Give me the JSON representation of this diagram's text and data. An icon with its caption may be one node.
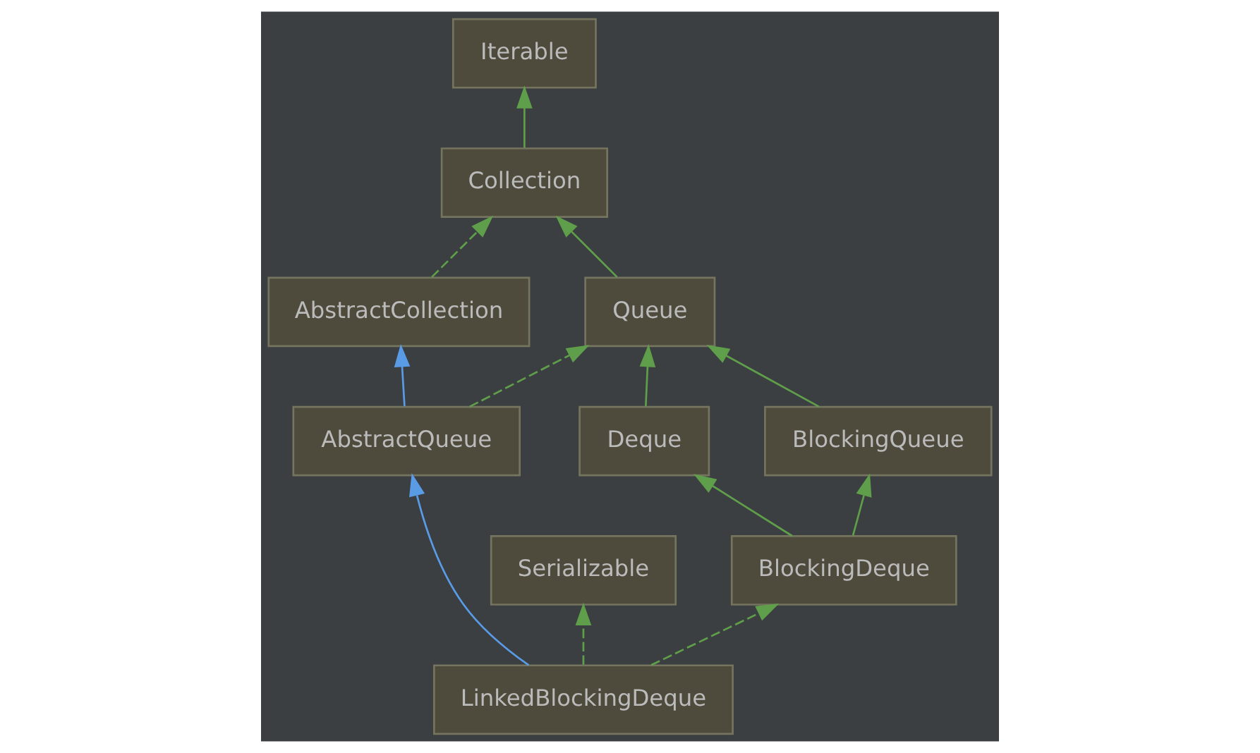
{
  "diagram": {
    "nodes": [
      {
        "text": [
          "Iterable"
        ]
      },
      {
        "text": [
          "Collection"
        ]
      },
      {
        "text": [
          "Queue"
        ]
      },
      {
        "text": [
          "AbstractCollection"
        ]
      },
      {
        "text": [
          "Deque"
        ]
      },
      {
        "text": [
          "BlockingQueue"
        ]
      },
      {
        "text": [
          "AbstractQueue"
        ]
      },
      {
        "text": [
          "Serializable"
        ]
      },
      {
        "text": [
          "BlockingDeque"
        ]
      },
      {
        "text": [
          "LinkedBlockingDeque"
        ]
      }
    ],
    "edges": [
      {
        "from": 1,
        "to": 0,
        "arrow": "to"
      },
      {
        "from": 2,
        "to": 1,
        "arrow": "to"
      },
      {
        "from": 3,
        "to": 1,
        "arrow": "to",
        "style": "dashed"
      },
      {
        "from": 4,
        "to": 2,
        "arrow": "to"
      },
      {
        "from": 5,
        "to": 2,
        "arrow": "to"
      },
      {
        "from": 6,
        "to": 2,
        "arrow": "to",
        "style": "dashed"
      },
      {
        "from": 6,
        "to": 3,
        "arrow": "to",
        "color": "#5a9be6"
      },
      {
        "from": 8,
        "to": 4,
        "arrow": "to"
      },
      {
        "from": 8,
        "to": 5,
        "arrow": "to"
      },
      {
        "from": 9,
        "to": 7,
        "arrow": "to",
        "style": "dashed"
      },
      {
        "from": 9,
        "to": 8,
        "arrow": "to",
        "style": "dashed"
      },
      {
        "from": 9,
        "to": 6,
        "arrow": "to",
        "color": "#5a9be6"
      }
    ]
  }
}
